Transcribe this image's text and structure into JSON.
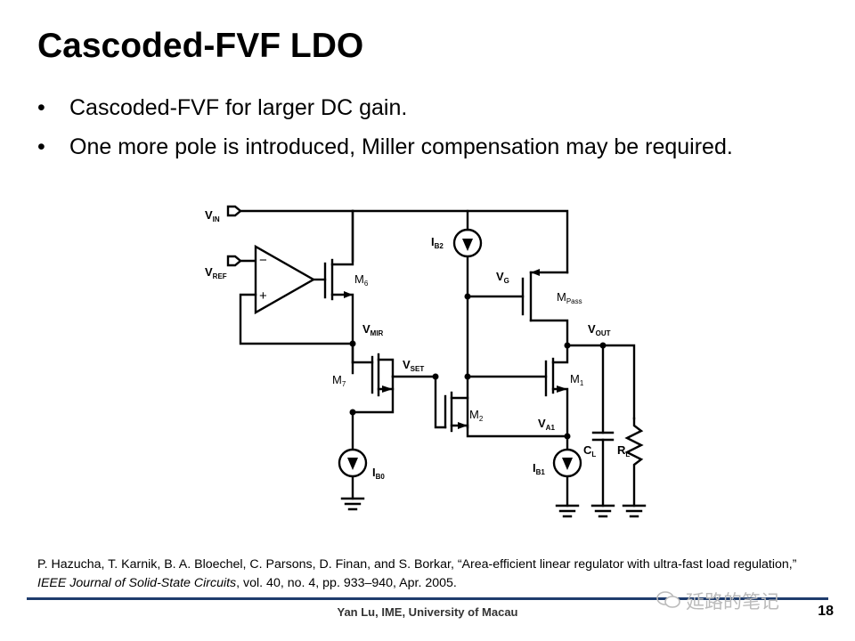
{
  "slide": {
    "title": "Cascoded-FVF LDO",
    "bullets": [
      "Cascoded-FVF for larger DC gain.",
      "One more pole is introduced, Miller compensation may be required."
    ],
    "bullet_symbol": "•"
  },
  "circuit": {
    "labels": {
      "vin": "V",
      "vin_sub": "IN",
      "vref": "V",
      "vref_sub": "REF",
      "vmir": "V",
      "vmir_sub": "MIR",
      "vset": "V",
      "vset_sub": "SET",
      "vg": "V",
      "vg_sub": "G",
      "vout": "V",
      "vout_sub": "OUT",
      "va1": "V",
      "va1_sub": "A1",
      "ib0": "I",
      "ib0_sub": "B0",
      "ib1": "I",
      "ib1_sub": "B1",
      "ib2": "I",
      "ib2_sub": "B2",
      "m6": "M",
      "m6_sub": "6",
      "m7": "M",
      "m7_sub": "7",
      "m1": "M",
      "m1_sub": "1",
      "m2": "M",
      "m2_sub": "2",
      "mpass": "M",
      "mpass_sub": "Pass",
      "cl": "C",
      "cl_sub": "L",
      "rl": "R",
      "rl_sub": "L",
      "minus": "−",
      "plus": "+"
    }
  },
  "reference": {
    "authors": "P. Hazucha, T. Karnik, B. A. Bloechel, C. Parsons, D. Finan, and S. Borkar, “Area-efficient linear regulator with ultra-fast load regulation,”",
    "journal": "IEEE Journal of Solid-State Circuits",
    "details": ", vol. 40, no. 4, pp. 933–940, Apr. 2005."
  },
  "footer": {
    "text": "Yan Lu, IME, University of Macau",
    "page": "18"
  },
  "watermark": {
    "text": "延路的笔记",
    "icon": "wechat-icon"
  },
  "colors": {
    "rule": "#1f3c6d",
    "watermark": "#bbbbbb"
  }
}
